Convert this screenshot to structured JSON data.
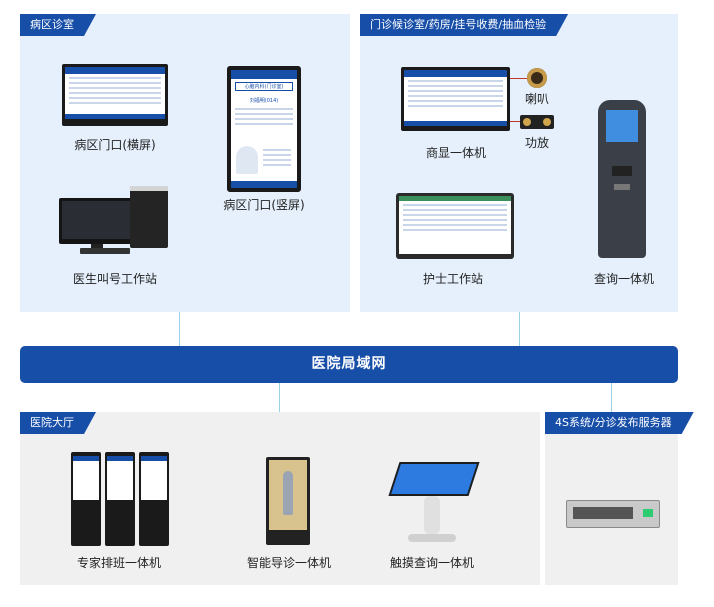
{
  "sections": {
    "ward": "病区诊室",
    "outpatient": "门诊候诊室/药房/挂号收费/抽血检验",
    "hall": "医院大厅",
    "server": "4S系统/分诊发布服务器"
  },
  "network": {
    "label": "医院局域网"
  },
  "devices": {
    "ward_landscape": "病区门口(横屏)",
    "ward_portrait": "病区门口(竖屏)",
    "doctor_station": "医生叫号工作站",
    "merchant_display": "商显一体机",
    "speaker": "喇叭",
    "amplifier": "功放",
    "nurse_station": "护士工作站",
    "query_kiosk": "查询一体机",
    "expert_schedule": "专家排班一体机",
    "smart_guide": "智能导诊一体机",
    "touch_query": "触摸查询一体机"
  },
  "portrait_screen": {
    "department": "心脑内科(门诊室)",
    "current": "刘福明(014)"
  },
  "colors": {
    "brand": "#174ea8",
    "panel_blue": "#e5f0fc",
    "panel_gray": "#f0f0f0",
    "link": "#9ad1e6"
  }
}
